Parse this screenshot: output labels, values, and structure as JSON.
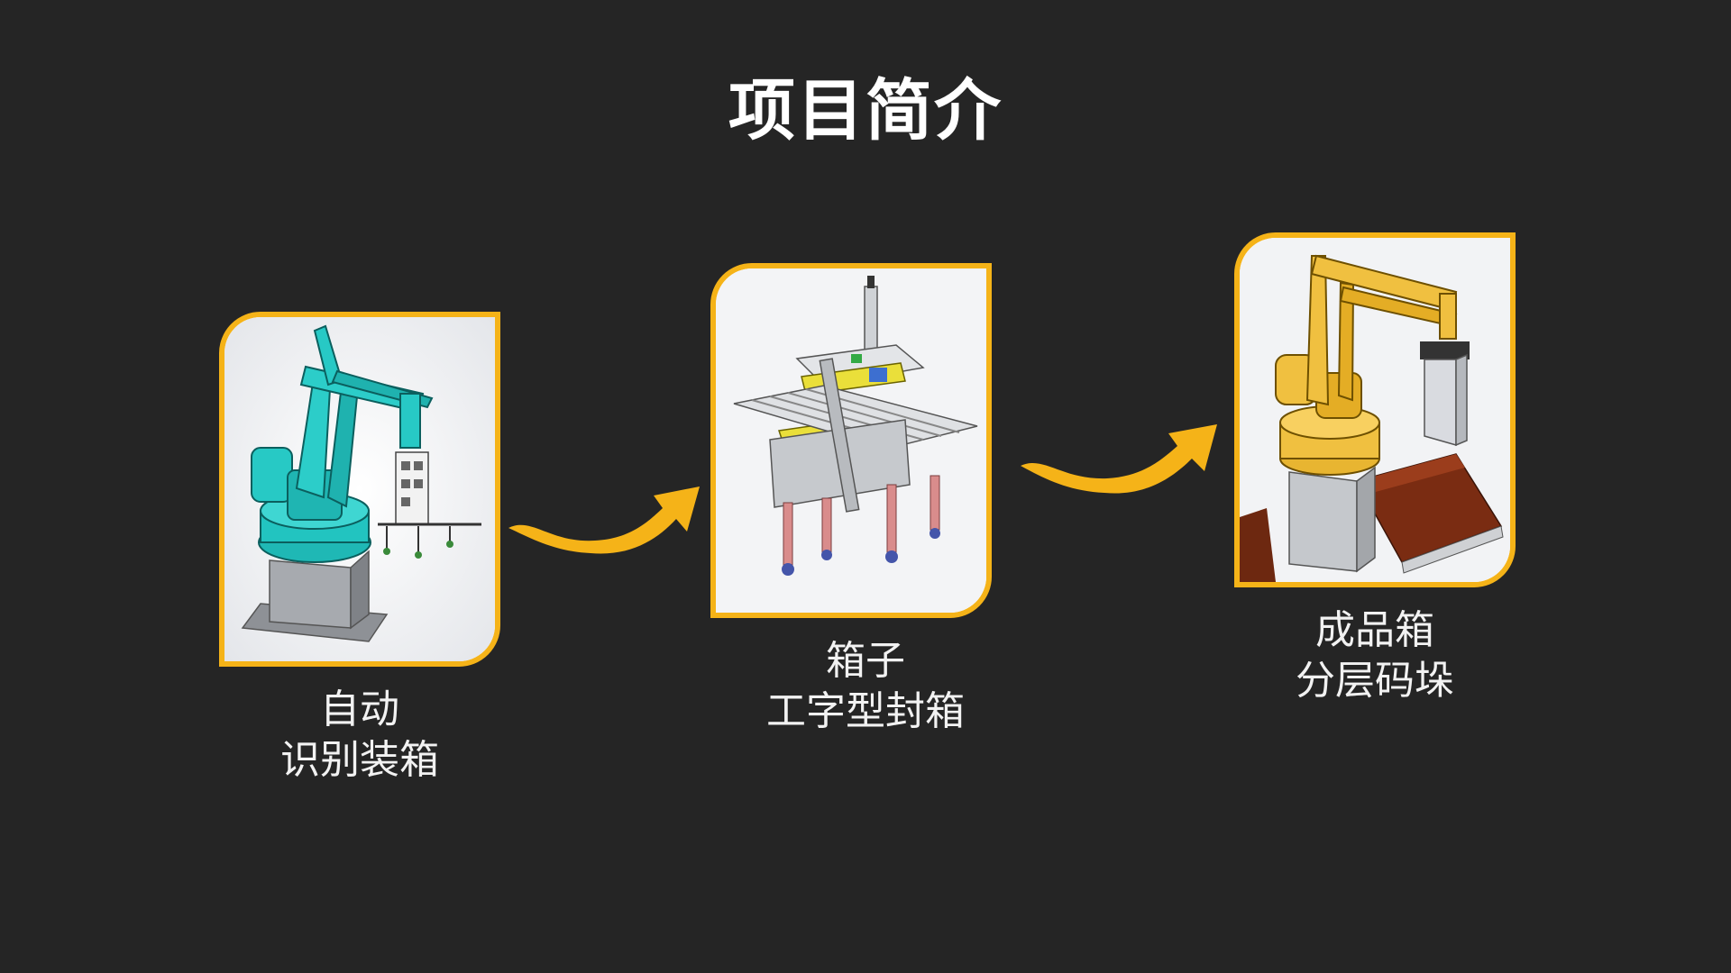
{
  "slide": {
    "title": "项目简介",
    "accent_color": "#F5B318",
    "background_color": "#252525"
  },
  "steps": [
    {
      "line1": "自动",
      "line2": "识别装箱",
      "image_icon": "palletizing-robot-teal-icon"
    },
    {
      "line1": "箱子",
      "line2": "工字型封箱",
      "image_icon": "box-sealing-machine-icon"
    },
    {
      "line1": "成品箱",
      "line2": "分层码垛",
      "image_icon": "palletizing-robot-yellow-icon"
    }
  ],
  "arrows": [
    {
      "icon": "curved-arrow-right-icon"
    },
    {
      "icon": "curved-arrow-right-icon"
    }
  ]
}
